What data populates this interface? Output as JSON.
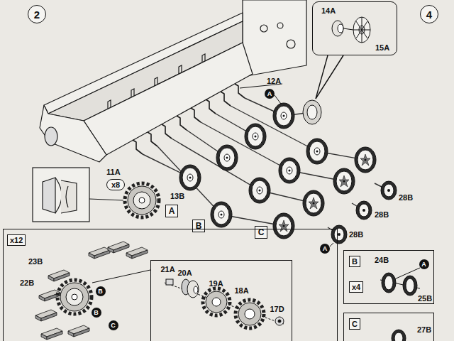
{
  "diagram": {
    "nodes": [
      {
        "text": [
          "2"
        ]
      },
      {
        "text": [
          "4"
        ]
      },
      {
        "text": [
          "14A",
          "15A"
        ]
      },
      {
        "text": [
          "x8"
        ]
      },
      {
        "text": [
          "A"
        ]
      },
      {
        "text": [
          "B"
        ]
      },
      {
        "text": [
          "C"
        ]
      },
      {
        "text": [
          "A"
        ]
      },
      {
        "text": [
          "A"
        ]
      },
      {
        "text": [
          "x12"
        ]
      },
      {
        "text": [
          "B"
        ],
        "in": 9
      },
      {
        "text": [
          "B"
        ],
        "in": 9
      },
      {
        "text": [
          "C"
        ],
        "in": 9
      },
      {
        "text": [
          "21A",
          "20A",
          "19A",
          "18A",
          "17D"
        ],
        "in": 9
      },
      {
        "text": [
          "B",
          "x4"
        ]
      },
      {
        "text": [
          "A"
        ],
        "in": 14
      },
      {
        "text": [
          "C"
        ]
      }
    ],
    "labels": [
      "12A",
      "11A",
      "13B",
      "28B",
      "28B",
      "28B",
      "23B",
      "22B",
      "24B",
      "25B",
      "27B"
    ]
  }
}
